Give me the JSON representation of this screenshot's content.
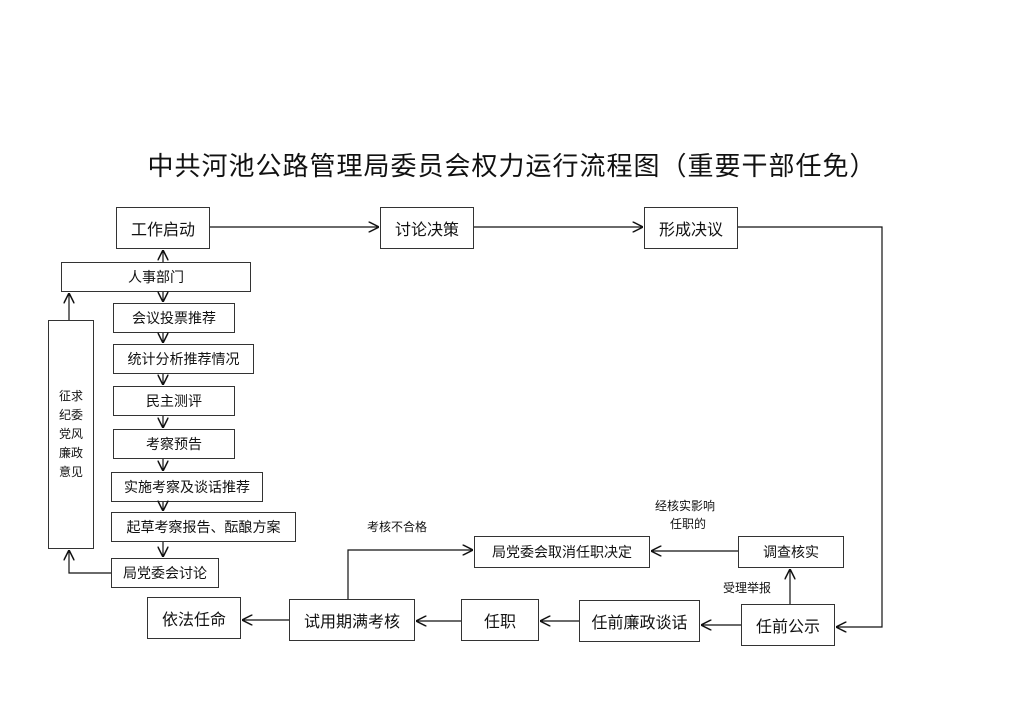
{
  "title": "中共河池公路管理局委员会权力运行流程图（重要干部任免）",
  "nodes": {
    "start": "工作启动",
    "discuss": "讨论决策",
    "resolution": "形成决议",
    "hr": "人事部门",
    "vote": "会议投票推荐",
    "stats": "统计分析推荐情况",
    "evaluation": "民主测评",
    "pre_notice": "考察预告",
    "inspection": "实施考察及谈话推荐",
    "draft": "起草考察报告、酝酿方案",
    "committee": "局党委会讨论",
    "opinions": "征求纪委党风廉政意见",
    "cancel": "局党委会取消任职决定",
    "verify": "调查核实",
    "publicity": "任前公示",
    "talk": "任前廉政谈话",
    "appoint": "任职",
    "probation": "试用期满考核",
    "legal": "依法任命"
  },
  "labels": {
    "fail": "考核不合格",
    "verified_line1": "经核实影响",
    "verified_line2": "任职的",
    "report": "受理举报"
  },
  "colors": {
    "line": "#111111",
    "border": "#333333"
  }
}
